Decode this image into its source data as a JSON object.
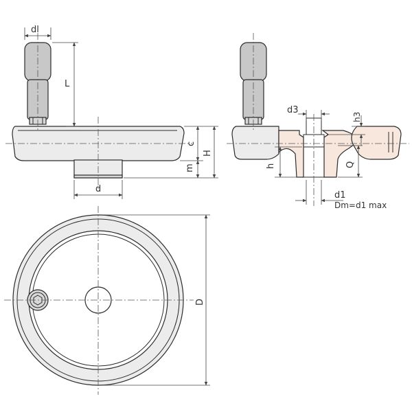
{
  "colors": {
    "line": "#2b2b2b",
    "handle_fill": "#c8c8c8",
    "wheel_fill": "#ececec",
    "section_fill": "#f8e7dc",
    "background": "#ffffff"
  },
  "labels": {
    "dl": "dl",
    "L": "L",
    "c": "c",
    "H": "H",
    "m": "m",
    "d": "d",
    "d3": "d3",
    "h3": "h3",
    "h": "h",
    "Q": "Q",
    "d1": "d1",
    "note": "Dm=d1 max",
    "D": "D"
  }
}
